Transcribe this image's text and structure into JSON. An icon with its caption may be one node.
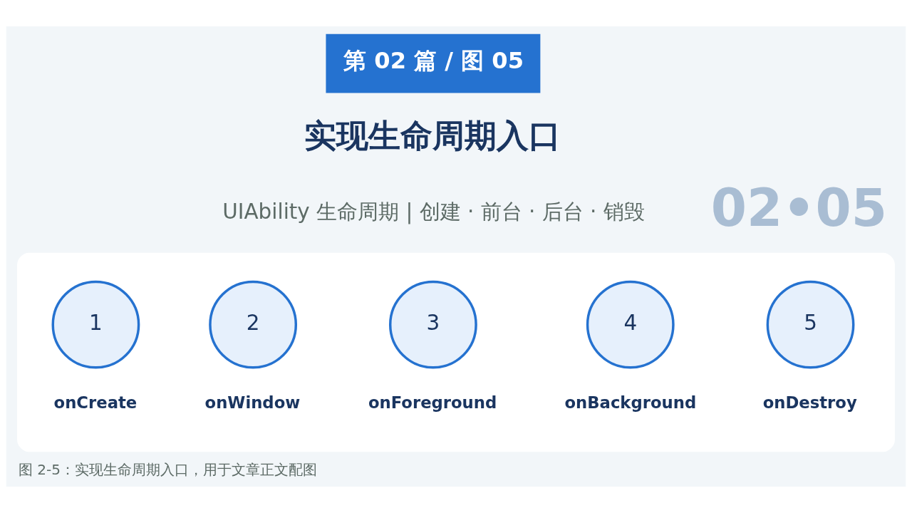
{
  "diagram": {
    "title": "实现生命周期入口",
    "caption": "图 2-5：实现生命周期入口，用于文章正文配图",
    "nodes": [
      {
        "text": [],
        "shape": "box"
      },
      {
        "text": [
          "1"
        ],
        "beside": [
          "onCreate"
        ],
        "in": 0
      },
      {
        "text": [
          "2"
        ],
        "beside": [
          "onWindow"
        ],
        "in": 0
      },
      {
        "text": [
          "3"
        ],
        "beside": [
          "onForeground"
        ],
        "in": 0
      },
      {
        "text": [
          "4"
        ],
        "beside": [
          "onBackground"
        ],
        "in": 0
      },
      {
        "text": [
          "5"
        ],
        "beside": [
          "onDestroy"
        ],
        "in": 0
      }
    ],
    "labels": [
      "第 02 篇 / 图 05",
      "UIAbility 生命周期 | 创建 · 前台 · 后台 · 销毁",
      "02•05"
    ]
  }
}
